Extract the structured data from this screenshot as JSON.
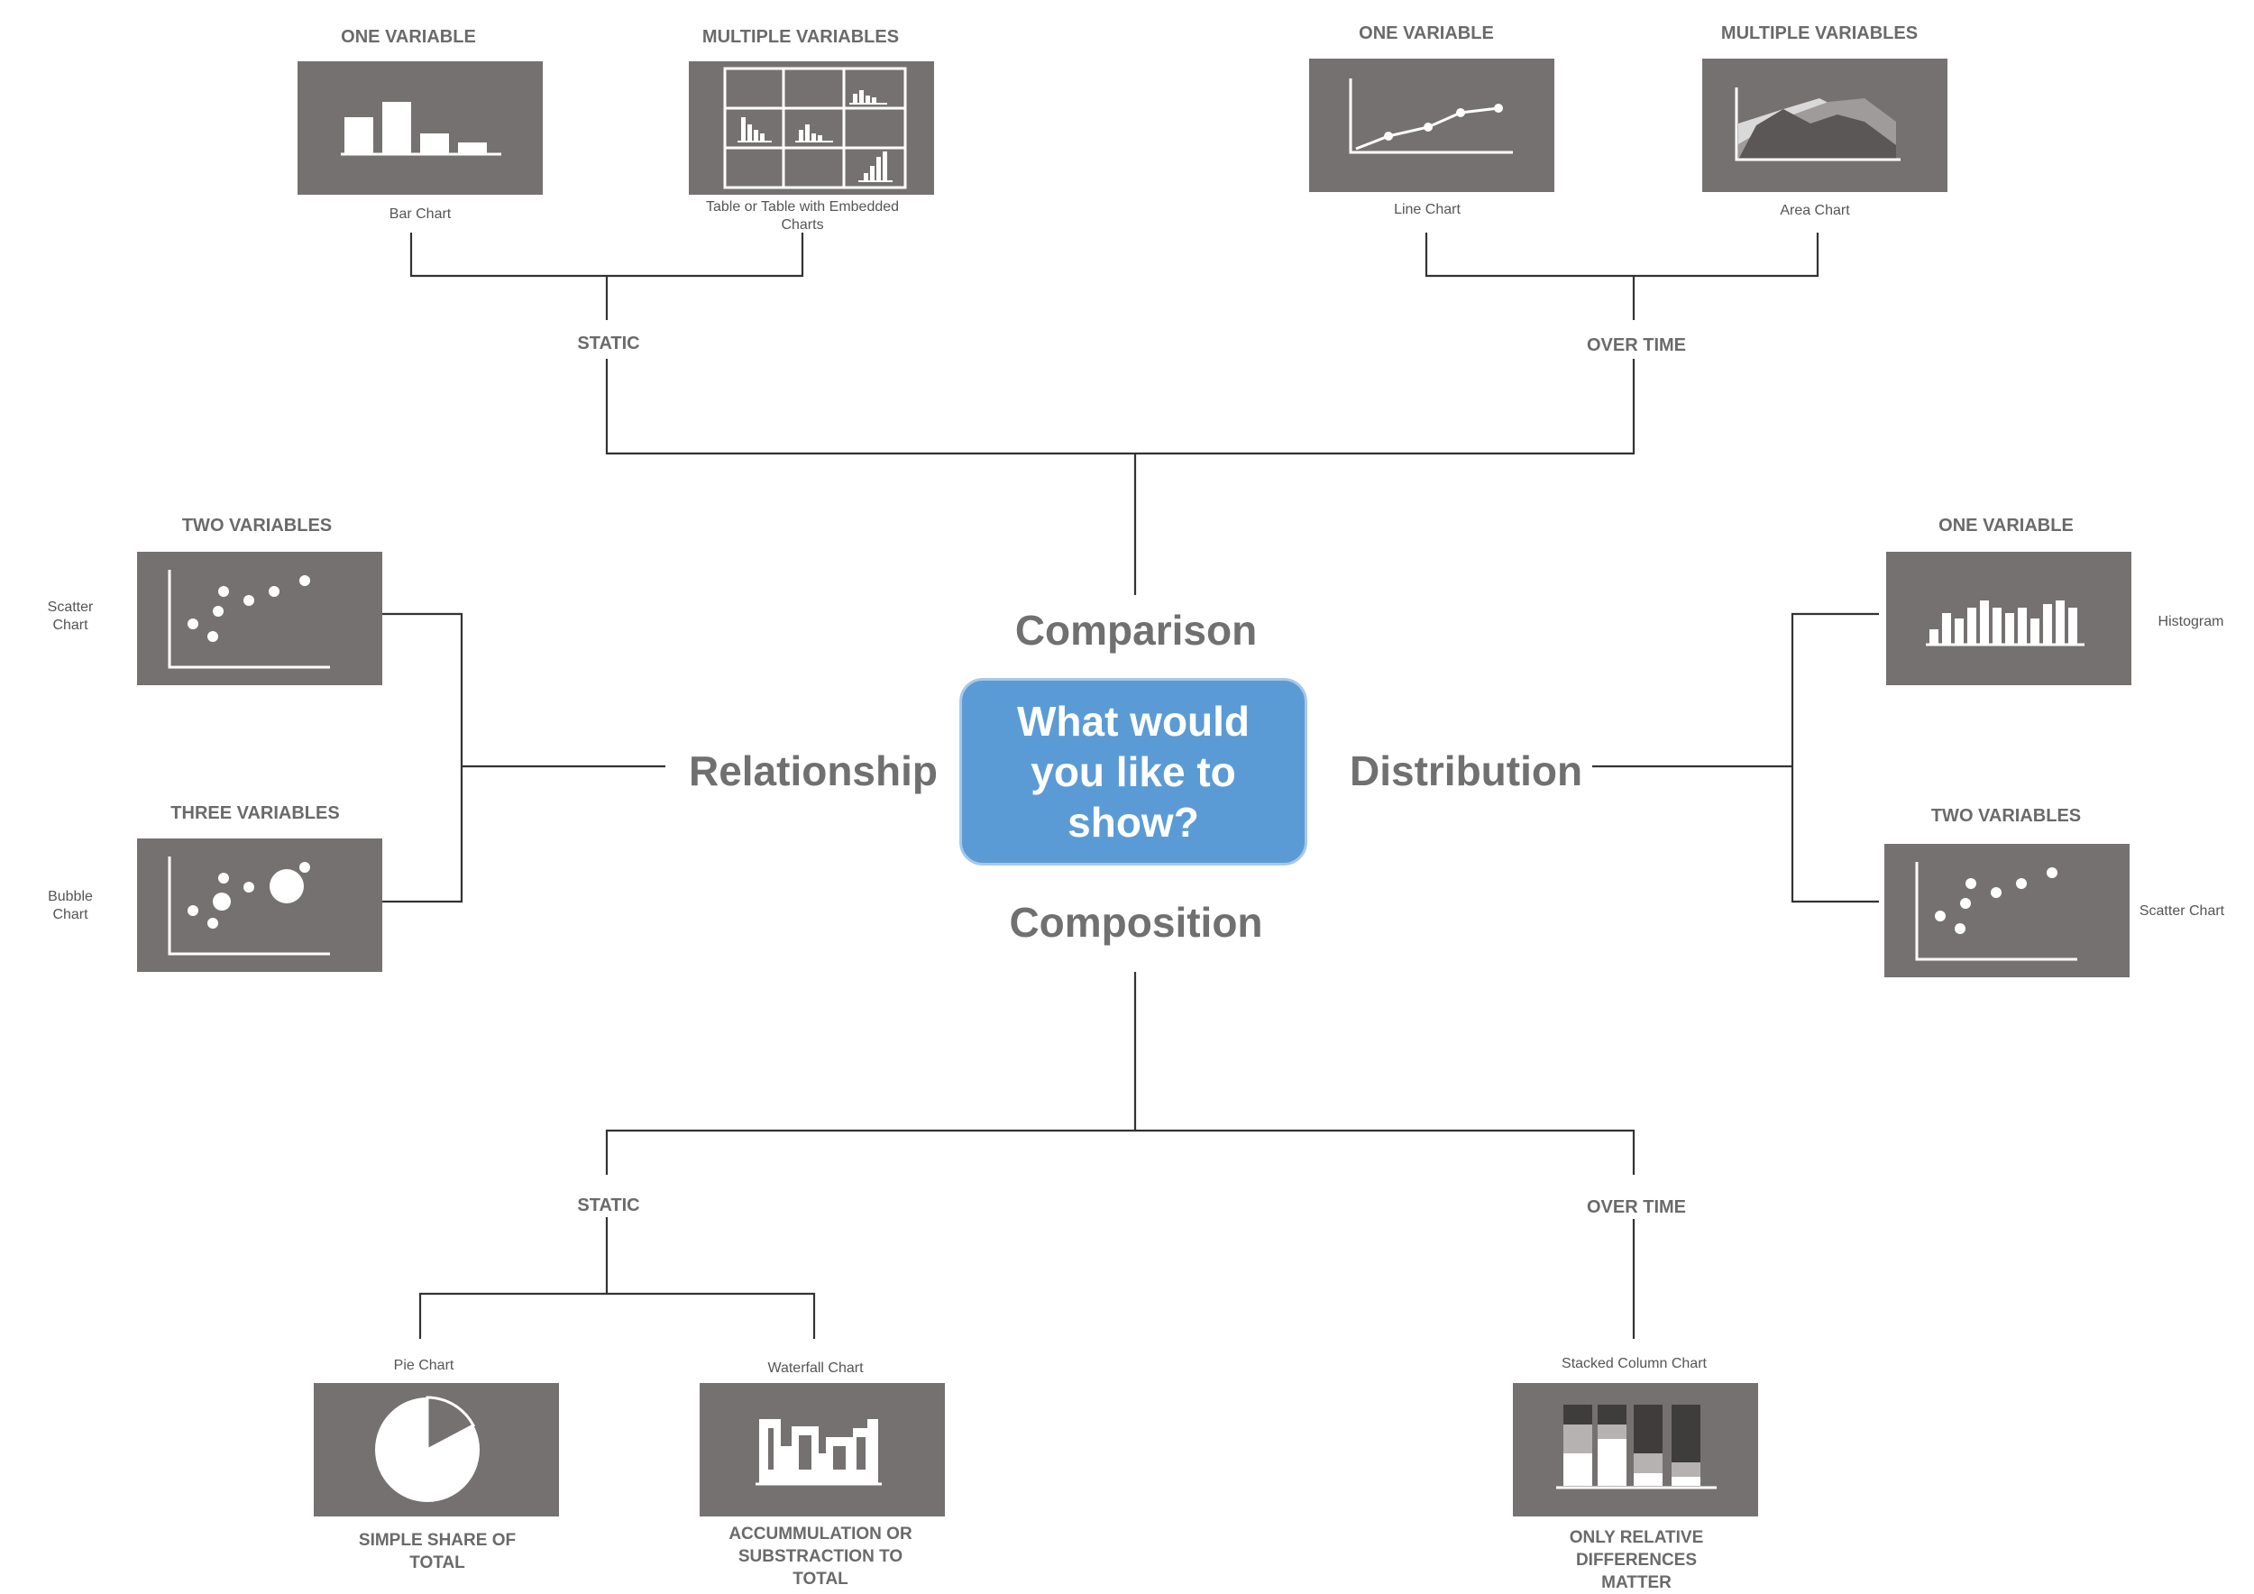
{
  "center": {
    "question": "What would you like to show?"
  },
  "categories": {
    "comparison": "Comparison",
    "relationship": "Relationship",
    "distribution": "Distribution",
    "composition": "Composition"
  },
  "comparison": {
    "static_label": "STATIC",
    "over_time_label": "OVER TIME",
    "static_one": {
      "header": "ONE VARIABLE",
      "caption": "Bar Chart"
    },
    "static_multi": {
      "header": "MULTIPLE VARIABLES",
      "caption": "Table or Table with Embedded Charts"
    },
    "time_one": {
      "header": "ONE VARIABLE",
      "caption": "Line Chart"
    },
    "time_multi": {
      "header": "MULTIPLE VARIABLES",
      "caption": "Area Chart"
    }
  },
  "relationship": {
    "two": {
      "header": "TWO VARIABLES",
      "caption": "Scatter Chart"
    },
    "three": {
      "header": "THREE VARIABLES",
      "caption": "Bubble Chart"
    }
  },
  "distribution": {
    "one": {
      "header": "ONE VARIABLE",
      "caption": "Histogram"
    },
    "two": {
      "header": "TWO VARIABLES",
      "caption": "Scatter Chart"
    }
  },
  "composition": {
    "static_label": "STATIC",
    "over_time_label": "OVER TIME",
    "pie": {
      "caption": "Pie Chart",
      "description": "SIMPLE SHARE OF TOTAL"
    },
    "waterfall": {
      "caption": "Waterfall Chart",
      "description": "ACCUMMULATION OR SUBSTRACTION TO TOTAL"
    },
    "stacked": {
      "caption": "Stacked Column Chart",
      "description": "ONLY RELATIVE DIFFERENCES MATTER"
    }
  },
  "colors": {
    "tile": "#757170",
    "connector": "#333333",
    "center_box": "#5b9bd5",
    "category_text": "#707070"
  }
}
